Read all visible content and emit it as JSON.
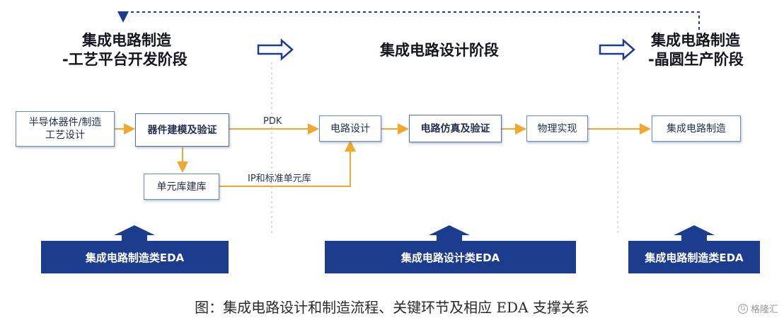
{
  "stages": {
    "process": {
      "line1": "集成电路制造",
      "line2": "-工艺平台开发阶段"
    },
    "design": {
      "label": "集成电路设计阶段"
    },
    "fab": {
      "line1": "集成电路制造",
      "line2": "-晶圆生产阶段"
    }
  },
  "nodes": {
    "semiconductor_design": {
      "line1": "半导体器件/制造",
      "line2": "工艺设计"
    },
    "device_modeling": "器件建模及验证",
    "cell_library": "单元库建库",
    "circuit_design": "电路设计",
    "circuit_simulation": "电路仿真及验证",
    "physical_implementation": "物理实现",
    "ic_manufacturing": "集成电路制造"
  },
  "edge_labels": {
    "pdk": "PDK",
    "ip_library": "IP和标准单元库"
  },
  "eda": {
    "manufacturing_left": "集成电路制造类EDA",
    "design": "集成电路设计类EDA",
    "manufacturing_right": "集成电路制造类EDA"
  },
  "caption": "图：集成电路设计和制造流程、关键环节及相应 EDA 支撑关系",
  "watermark": {
    "logo": "G",
    "text": "格隆汇"
  },
  "colors": {
    "eda_bar": "#1c3d8e",
    "flow_arrow": "#f0a830",
    "box_border": "#6a8cc4",
    "stage_arrow": "#1c3d8e"
  }
}
